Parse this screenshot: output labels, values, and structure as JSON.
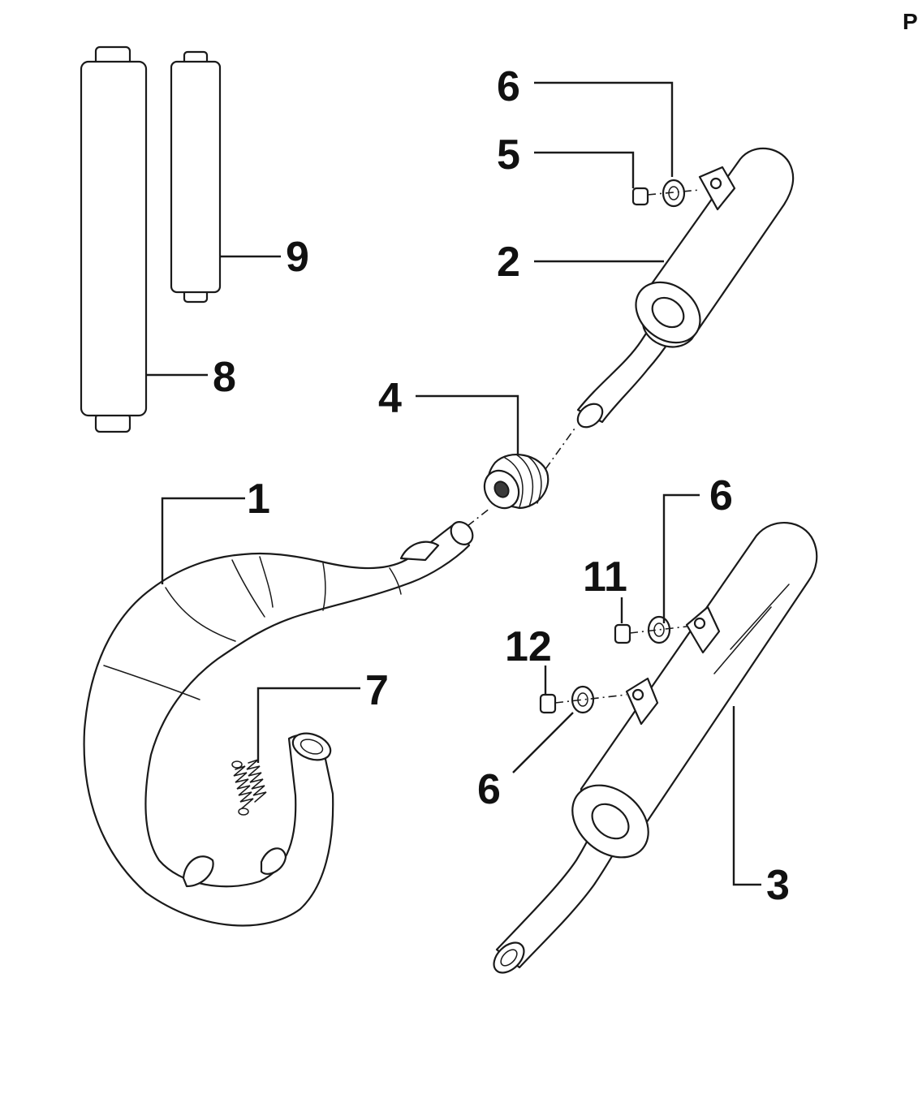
{
  "corner_label": "P",
  "callouts": [
    {
      "id": "c6-top",
      "text": "6"
    },
    {
      "id": "c5",
      "text": "5"
    },
    {
      "id": "c2",
      "text": "2"
    },
    {
      "id": "c9",
      "text": "9"
    },
    {
      "id": "c8",
      "text": "8"
    },
    {
      "id": "c4",
      "text": "4"
    },
    {
      "id": "c1",
      "text": "1"
    },
    {
      "id": "c6-mid",
      "text": "6"
    },
    {
      "id": "c11",
      "text": "11"
    },
    {
      "id": "c12",
      "text": "12"
    },
    {
      "id": "c7",
      "text": "7"
    },
    {
      "id": "c6-low",
      "text": "6"
    },
    {
      "id": "c3",
      "text": "3"
    }
  ]
}
